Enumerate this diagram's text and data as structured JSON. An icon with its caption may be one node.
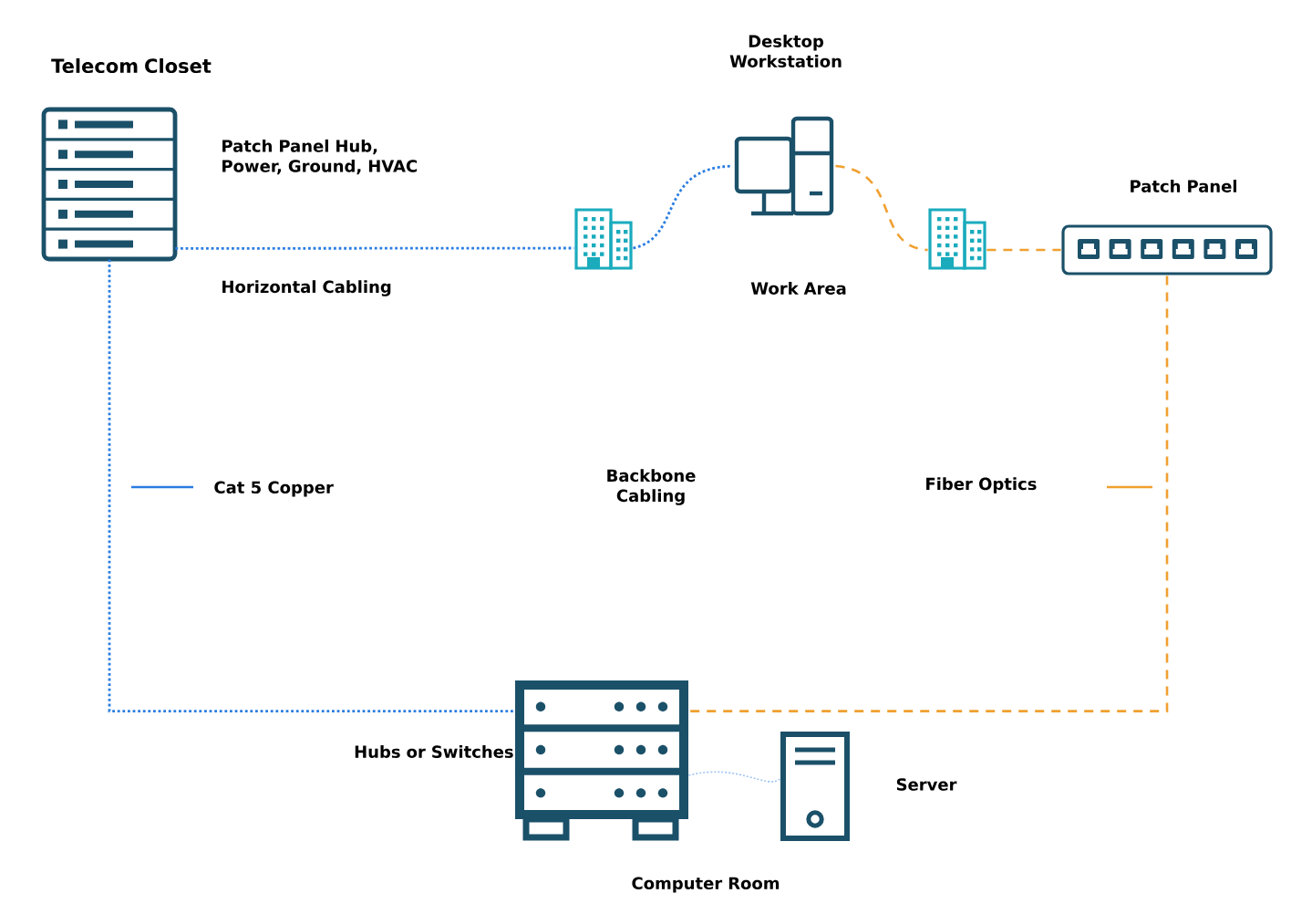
{
  "diagram": {
    "nodes": [
      {
        "text": [],
        "shape": "rack",
        "beside": [
          "Telecom Closet"
        ]
      },
      {
        "text": [],
        "shape": "building"
      },
      {
        "text": [],
        "shape": "computer",
        "beside": [
          "Desktop Workstation"
        ]
      },
      {
        "text": [],
        "shape": "building"
      },
      {
        "text": [],
        "shape": "panel",
        "beside": [
          "Patch Panel"
        ]
      },
      {
        "text": [],
        "shape": "rack",
        "beside": [
          "Hubs or Switches"
        ]
      },
      {
        "text": [],
        "shape": "server",
        "beside": [
          "Server"
        ]
      }
    ],
    "edges": [
      {
        "from": 0,
        "to": 1,
        "arrow": "none"
      },
      {
        "from": 1,
        "to": 2,
        "arrow": "none"
      },
      {
        "from": 2,
        "to": 3,
        "arrow": "none",
        "style": "dashed",
        "color": "#f0a030"
      },
      {
        "from": 3,
        "to": 4,
        "arrow": "none",
        "style": "dashed",
        "color": "#f0a030"
      },
      {
        "from": 0,
        "to": 5,
        "arrow": "none"
      },
      {
        "from": 4,
        "to": 5,
        "arrow": "none",
        "style": "dashed",
        "color": "#f0a030"
      },
      {
        "from": 5,
        "to": 6,
        "arrow": "none",
        "color": "#9cc4f2"
      }
    ],
    "labels": [
      "Patch Panel Hub, Power, Ground, HVAC",
      "Horizontal Cabling",
      "Work Area",
      "Backbone Cabling",
      "Computer Room"
    ],
    "legend": [
      {
        "text": "Cat 5 Copper"
      },
      {
        "text": "Fiber Optics"
      }
    ]
  }
}
